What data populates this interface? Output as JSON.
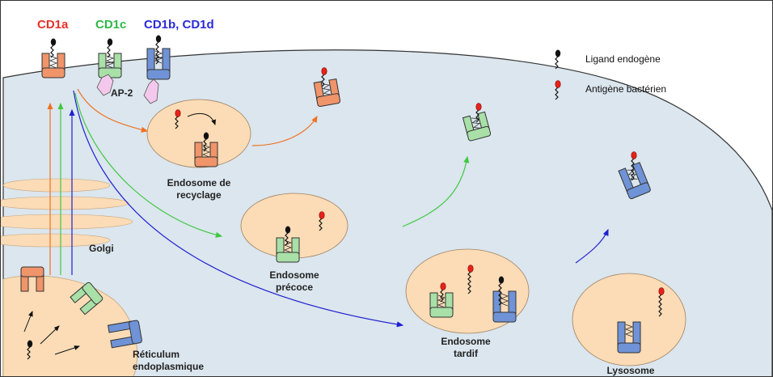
{
  "headers": {
    "cd1a": {
      "text": "CD1a",
      "color": "#e8302a"
    },
    "cd1c": {
      "text": "CD1c",
      "color": "#2db84a"
    },
    "cd1bd": {
      "text": "CD1b, CD1d",
      "color": "#2a2ad8"
    }
  },
  "legend": {
    "endogenous": "Ligand endogène",
    "bacterial": "Antigène bactérien"
  },
  "labels": {
    "ap2": "AP-2",
    "golgi": "Golgi",
    "recycling_1": "Endosome de",
    "recycling_2": "recyclage",
    "early_1": "Endosome",
    "early_2": "précoce",
    "late_1": "Endosome",
    "late_2": "tardif",
    "lysosome": "Lysosome",
    "er_1": "Réticulum",
    "er_2": "endoplasmique"
  },
  "colors": {
    "cd1a_fill": "#f0946a",
    "cd1c_fill": "#a8e0a8",
    "cd1bd_fill": "#6f93d6",
    "arrow_orange": "#f07020",
    "arrow_green": "#40c840",
    "arrow_blue": "#2020d0",
    "cell": "#dbe6ee",
    "endosome": "#fbdcb6"
  }
}
